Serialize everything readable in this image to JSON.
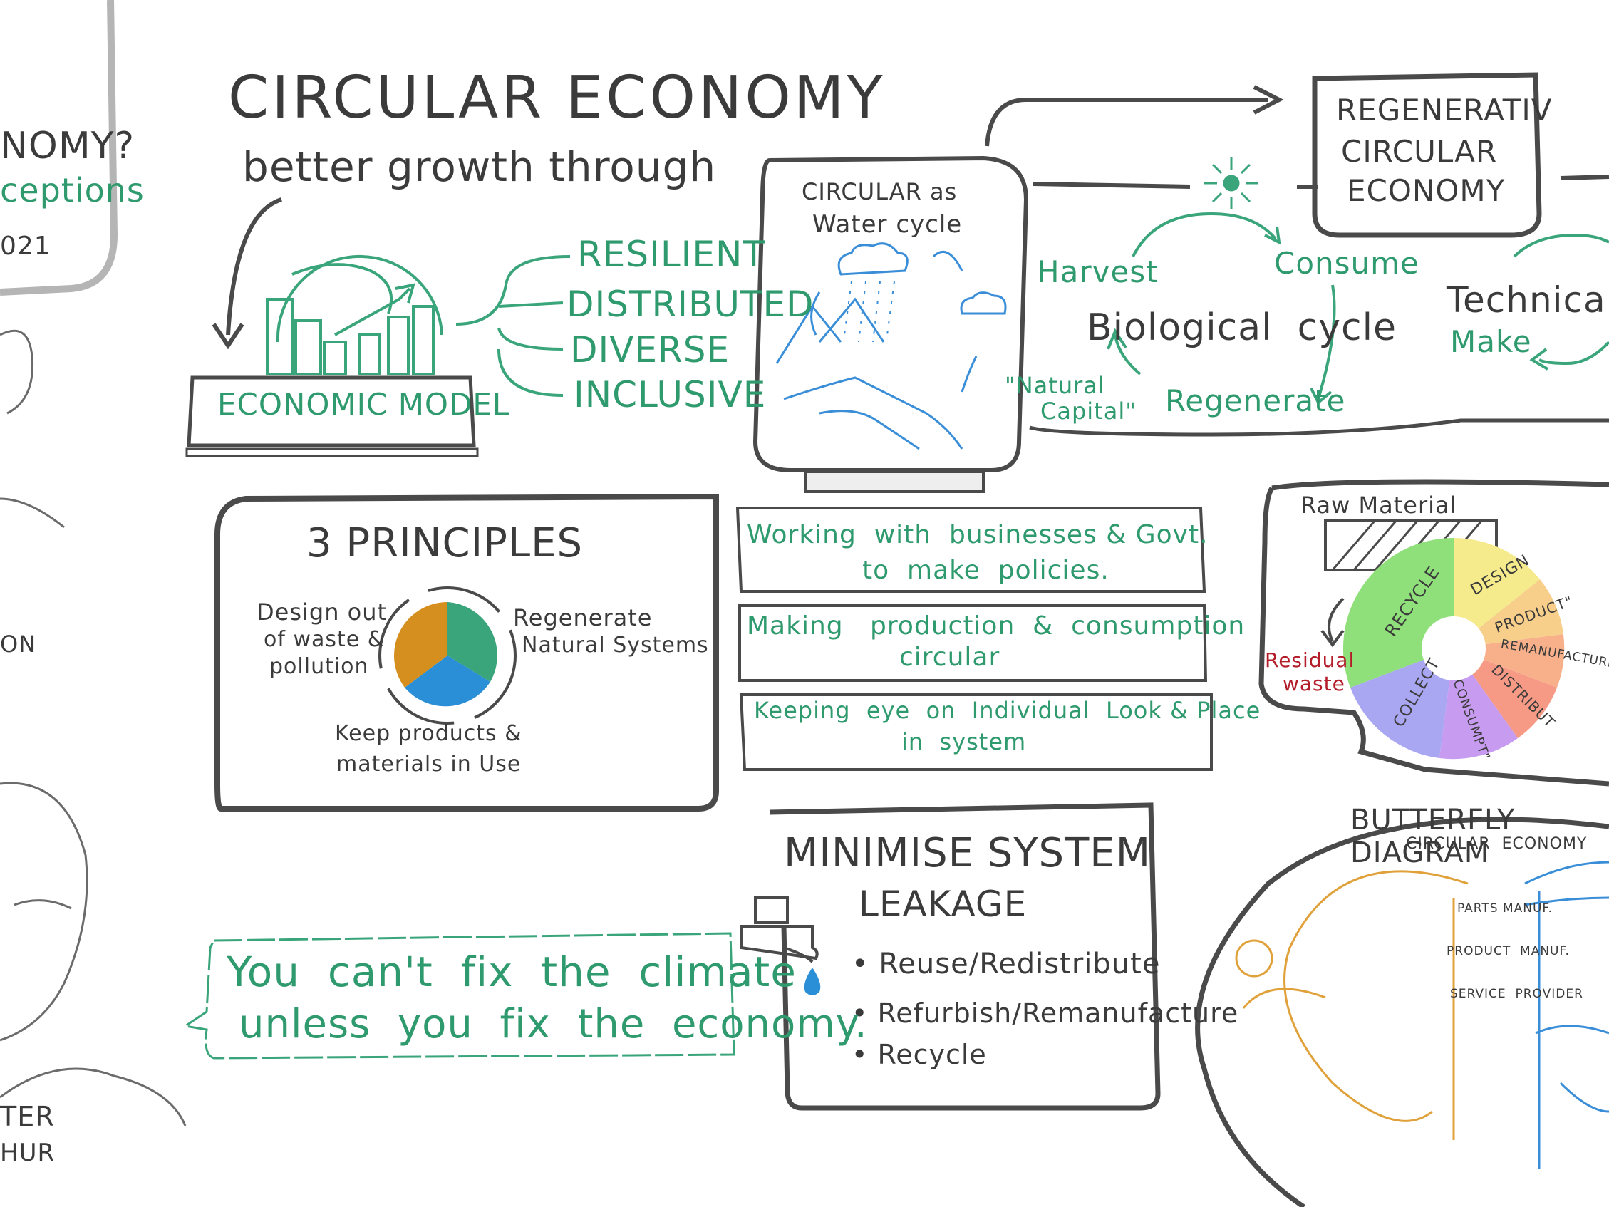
{
  "header_left": {
    "line1": "NOMY?",
    "line2": "ceptions",
    "line3": "021"
  },
  "title": {
    "main": "CIRCULAR ECONOMY",
    "subtitle": "better growth through"
  },
  "economic_model": {
    "label": "ECONOMIC MODEL",
    "qualities": [
      "RESILIENT",
      "DISTRIBUTED",
      "DIVERSE",
      "INCLUSIVE"
    ]
  },
  "water_cycle": {
    "line1": "CIRCULAR as",
    "line2": "Water cycle"
  },
  "regenerative": {
    "line1": "REGENERATIV",
    "line2": "CIRCULAR",
    "line3": "ECONOMY"
  },
  "biological_cycle": {
    "harvest": "Harvest",
    "consume": "Consume",
    "center": "Biological  cycle",
    "natural_capital_1": "\"Natural",
    "natural_capital_2": "Capital\"",
    "regenerate": "Regenerate"
  },
  "technical_cycle": {
    "title": "Technical",
    "make": "Make"
  },
  "principles": {
    "title": "3 PRINCIPLES",
    "p1_line1": "Design out",
    "p1_line2": "of waste &",
    "p1_line3": "pollution",
    "p2_line1": "Regenerate",
    "p2_line2": "Natural Systems",
    "p3_line1": "Keep products &",
    "p3_line2": "materials in Use"
  },
  "actions": [
    {
      "line1": "Working  with  businesses & Govt.",
      "line2": "to  make  policies."
    },
    {
      "line1": "Making   production  &  consumption",
      "line2": "circular"
    },
    {
      "line1": "Keeping  eye  on  Individual  Look & Place",
      "line2": "in  system"
    }
  ],
  "raw_material_wheel": {
    "raw_material": "Raw Material",
    "residual_1": "Residual",
    "residual_2": "waste",
    "segments": [
      "RECYCLE",
      "DESIGN",
      "PRODUCT\"",
      "REMANUFACTURING",
      "DISTRIBUT",
      "CONSUMPT\"",
      "COLLECT"
    ]
  },
  "minimise": {
    "title_1": "MINIMISE SYSTEM",
    "title_2": "LEAKAGE",
    "items": [
      "Reuse/Redistribute",
      "Refurbish/Remanufacture",
      "Recycle"
    ]
  },
  "quote": {
    "line1": "You  can't  fix  the  climate",
    "line2": "unless  you  fix  the  economy."
  },
  "butterfly": {
    "title": "BUTTERFLY DIAGRAM",
    "subtitle": "CIRCULAR  ECONOMY",
    "steps": [
      "PARTS MANUF.",
      "PRODUCT  MANUF.",
      "SERVICE  PROVIDER"
    ]
  },
  "people": {
    "name_1": "ON",
    "name_2a": "TER",
    "name_2b": "HUR"
  },
  "colors": {
    "green": "#2e9a6e",
    "ink": "#3b3b3b",
    "red": "#b31d2a",
    "orange": "#e0a13a",
    "blue": "#3a8ed8"
  },
  "icons": [
    "sun-icon",
    "cloud-icon",
    "faucet-icon",
    "globe-icon",
    "person-icon"
  ]
}
